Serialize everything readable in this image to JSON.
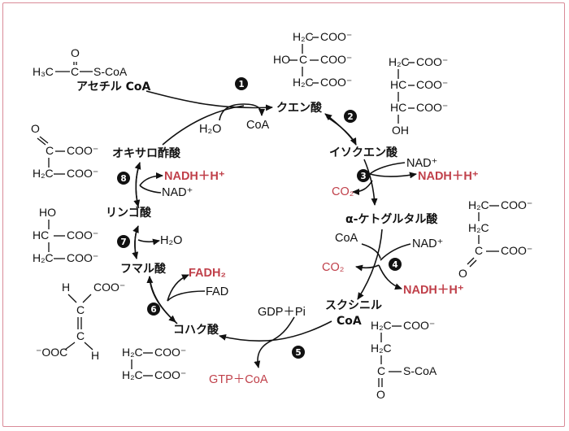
{
  "compounds": {
    "acetyl_coa": "アセチル CoA",
    "citrate": "クエン酸",
    "isocitrate": "イソクエン酸",
    "akg": "α-ケトグルタル酸",
    "succinyl_coa_1": "スクシニル",
    "succinyl_coa_2": "CoA",
    "succinate": "コハク酸",
    "fumarate": "フマル酸",
    "malate": "リンゴ酸",
    "oxaloacetate": "オキサロ酢酸"
  },
  "side": {
    "h2o_1": "H₂O",
    "coa_1": "CoA",
    "nad_3": "NAD⁺",
    "nadh_3": "NADH＋H⁺",
    "co2_3": "CO₂",
    "coa_4": "CoA",
    "nad_4": "NAD⁺",
    "co2_4": "CO₂",
    "nadh_4": "NADH＋H⁺",
    "gdp_5": "GDP＋Pi",
    "gtp_5": "GTP＋CoA",
    "fadh2_6": "FADH₂",
    "fad_6": "FAD",
    "h2o_7": "H₂O",
    "nadh_8": "NADH＋H⁺",
    "nad_8": "NAD⁺"
  },
  "steps": [
    "1",
    "2",
    "3",
    "4",
    "5",
    "6",
    "7",
    "8"
  ],
  "structures": {
    "h3c": "H₃C",
    "s_coa": "S-CoA",
    "o": "O",
    "h2c": "H₂C",
    "ho": "HO",
    "hc": "HC",
    "c": "C",
    "h": "H",
    "oh": "OH",
    "coo": "COO⁻",
    "ooc": "⁻OOC"
  },
  "colors": {
    "accent": "#c0404a",
    "frame": "#d98b98"
  }
}
